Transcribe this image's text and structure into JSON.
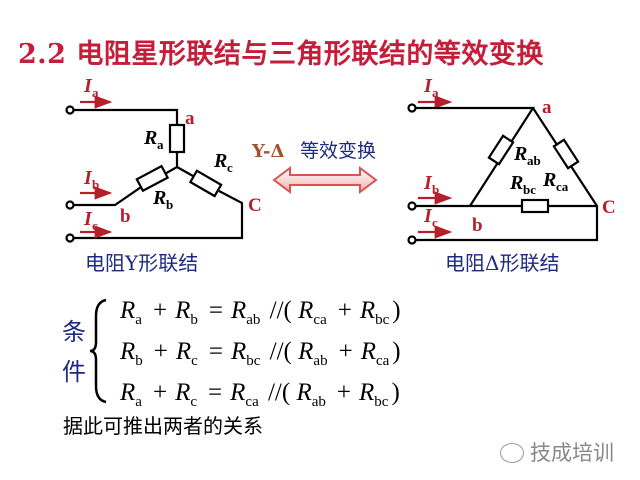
{
  "title": "2.2 电阻星形联结与三角形联结的等效变换",
  "star": {
    "caption": "电阻Y形联结",
    "currents": {
      "Ia": [
        "I",
        "a"
      ],
      "Ib": [
        "I",
        "b"
      ],
      "Ic": [
        "I",
        "c"
      ]
    },
    "nodes": {
      "a": "a",
      "b": "b",
      "c": "C"
    },
    "resistors": {
      "Ra": [
        "R",
        "a"
      ],
      "Rb": [
        "R",
        "b"
      ],
      "Rc": [
        "R",
        "c"
      ]
    }
  },
  "transform": {
    "prefix": "Y-Δ",
    "label": "等效变换"
  },
  "delta": {
    "caption": "电阻Δ形联结",
    "currents": {
      "Ia": [
        "I",
        "a"
      ],
      "Ib": [
        "I",
        "b"
      ],
      "Ic": [
        "I",
        "c"
      ]
    },
    "nodes": {
      "a": "a",
      "b": "b",
      "c": "C"
    },
    "resistors": {
      "Rab": [
        "R",
        "ab"
      ],
      "Rbc": [
        "R",
        "bc"
      ],
      "Rca": [
        "R",
        "ca"
      ]
    }
  },
  "conditions": {
    "label": [
      "条",
      "件"
    ],
    "equations": [
      {
        "l1": "a",
        "l2": "b",
        "r1": "ab",
        "r2": "ca",
        "r3": "bc"
      },
      {
        "l1": "b",
        "l2": "c",
        "r1": "bc",
        "r2": "ab",
        "r3": "ca"
      },
      {
        "l1": "a",
        "l2": "c",
        "r1": "ca",
        "r2": "ab",
        "r3": "bc"
      }
    ],
    "symbols": {
      "R": "R",
      "plus": "+",
      "eq": "=",
      "par": "//(",
      "close": ")"
    }
  },
  "conclusion": "据此可推出两者的关系",
  "watermark": "技成培训",
  "colors": {
    "title": "#c41e3a",
    "caption": "#1d2a80",
    "arrow": "#d9534f"
  }
}
